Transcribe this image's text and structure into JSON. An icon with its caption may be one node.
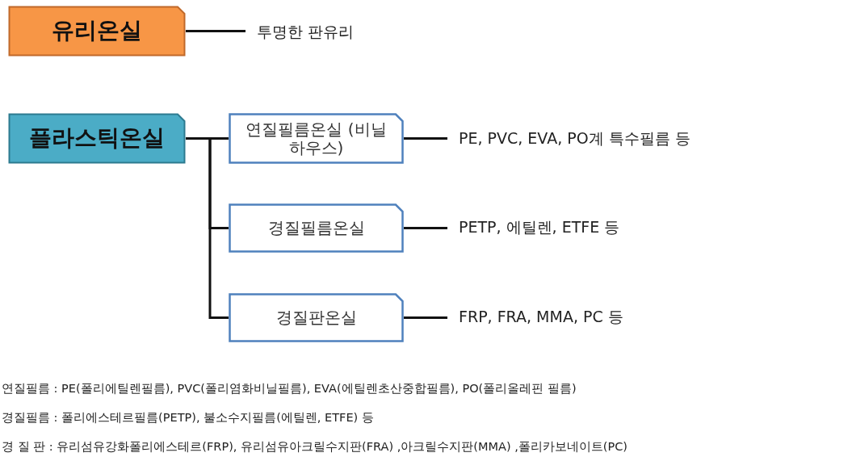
{
  "diagram": {
    "nodes": [
      {
        "text": [
          "유리온실"
        ]
      },
      {
        "text": [
          "투명한 판유리"
        ]
      },
      {
        "text": [
          "플라스틱온실"
        ]
      },
      {
        "text": [
          "연질필름온실 (비닐하우스)"
        ]
      },
      {
        "text": [
          "PE, PVC, EVA, PO계 특수필름 등"
        ]
      },
      {
        "text": [
          "경질필름온실"
        ]
      },
      {
        "text": [
          "PETP, 에틸렌, ETFE 등"
        ]
      },
      {
        "text": [
          "경질판온실"
        ]
      },
      {
        "text": [
          "FRP, FRA, MMA, PC 등"
        ]
      }
    ],
    "edges": [
      {
        "from": 0,
        "to": 1,
        "arrow": "none"
      },
      {
        "from": 2,
        "to": 3,
        "arrow": "none"
      },
      {
        "from": 2,
        "to": 5,
        "arrow": "none"
      },
      {
        "from": 2,
        "to": 7,
        "arrow": "none"
      },
      {
        "from": 3,
        "to": 4,
        "arrow": "none"
      },
      {
        "from": 5,
        "to": 6,
        "arrow": "none"
      },
      {
        "from": 7,
        "to": 8,
        "arrow": "none"
      }
    ],
    "labels": [
      "연질필름 : PE(폴리에틸렌필름), PVC(폴리염화비닐필름), EVA(에틸렌초산중합필름), PO(폴리올레핀 필름)",
      "경질필름 : 폴리에스테르필름(PETP), 불소수지필름(에틸렌, ETFE) 등",
      "경 질 판 : 유리섬유강화폴리에스테르(FRP), 유리섬유아크릴수지판(FRA) ,아크릴수지판(MMA) ,폴리카보네이트(PC)"
    ]
  }
}
